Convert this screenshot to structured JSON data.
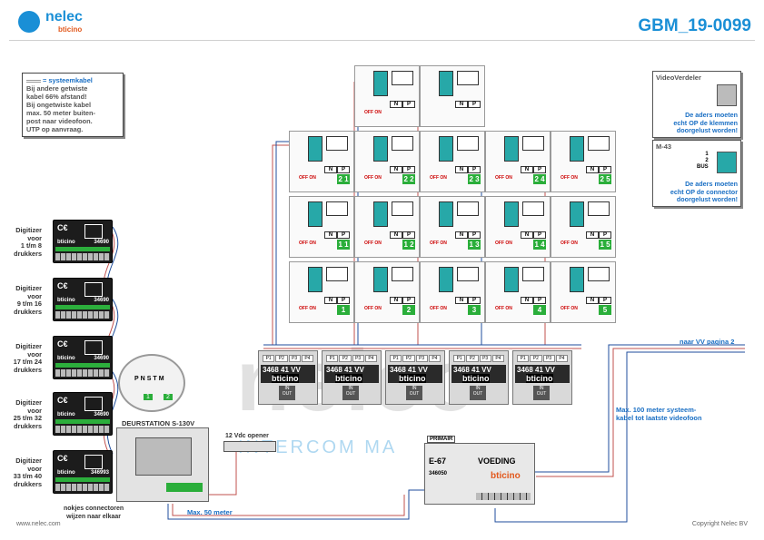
{
  "header": {
    "logo_main": "nelec",
    "logo_sub": "bticino",
    "doc_id": "GBM_19-0099"
  },
  "note": {
    "title": "systeemkabel",
    "lines": [
      "Bij andere getwiste",
      "kabel 66% afstand!",
      "Bij ongetwiste kabel",
      "max. 50 meter buiten-",
      "post naar videofoon.",
      "UTP op aanvraag."
    ]
  },
  "digitizers": [
    {
      "label": [
        "Digitizer",
        "voor",
        "1 t/m 8",
        "drukkers"
      ],
      "code": "34690"
    },
    {
      "label": [
        "Digitizer",
        "voor",
        "9 t/m 16",
        "drukkers"
      ],
      "code": "34690"
    },
    {
      "label": [
        "Digitizer",
        "voor",
        "17 t/m 24",
        "drukkers"
      ],
      "code": "34690"
    },
    {
      "label": [
        "Digitizer",
        "voor",
        "25 t/m 32",
        "drukkers"
      ],
      "code": "34690"
    },
    {
      "label": [
        "Digitizer",
        "voor",
        "33 t/m 40",
        "drukkers"
      ],
      "code": "346993"
    }
  ],
  "dip_switch": {
    "labels": [
      "P",
      "N",
      "S",
      "T",
      "M"
    ],
    "numbers": [
      "1",
      "2"
    ]
  },
  "door_station": {
    "label": "DEURSTATION S-130V",
    "connectors_note": [
      "nokjes connectoren",
      "wijzen naar elkaar"
    ]
  },
  "opener": "12 Vdc opener",
  "cable_50": "Max. 50 meter",
  "cable_100": [
    "Max. 100 meter systeem-",
    "kabel tot laatste videofoon"
  ],
  "next_page": "naar VV pagina 2",
  "distributors": {
    "ports": [
      "P1",
      "P2",
      "P3",
      "P4"
    ],
    "code": "3468 41",
    "vv": "VV",
    "brand": "bticino",
    "io": [
      "IN",
      "OUT"
    ]
  },
  "monitor": {
    "n": "N",
    "p": "P",
    "off_on": "OFF ON"
  },
  "monitor_numbers": {
    "row1": [
      "1",
      "2",
      "3",
      "4",
      "5"
    ],
    "row2": [
      "1 1",
      "1 2",
      "1 3",
      "1 4",
      "1 5"
    ],
    "row3": [
      "2 1",
      "2 2",
      "2 3",
      "2 4",
      "2 5"
    ]
  },
  "psu": {
    "label": "E-67",
    "title": "VOEDING",
    "brand": "bticino",
    "code": "346050",
    "top": "PRIMAIR"
  },
  "video_verdeler": {
    "title": "VideoVerdeler",
    "lines": [
      "De aders moeten",
      "echt OP de klemmen",
      "doorgelust worden!"
    ]
  },
  "m43": {
    "title": "M-43",
    "bus": "BUS",
    "nums": [
      "1",
      "2"
    ],
    "lines": [
      "De aders moeten",
      "echt OP de connector",
      "doorgelust worden!"
    ]
  },
  "watermark": {
    "big": "nelec",
    "sub": "INTERCOM MA"
  },
  "footer": {
    "left": "www.nelec.com",
    "right": "Copyright Nelec BV"
  }
}
